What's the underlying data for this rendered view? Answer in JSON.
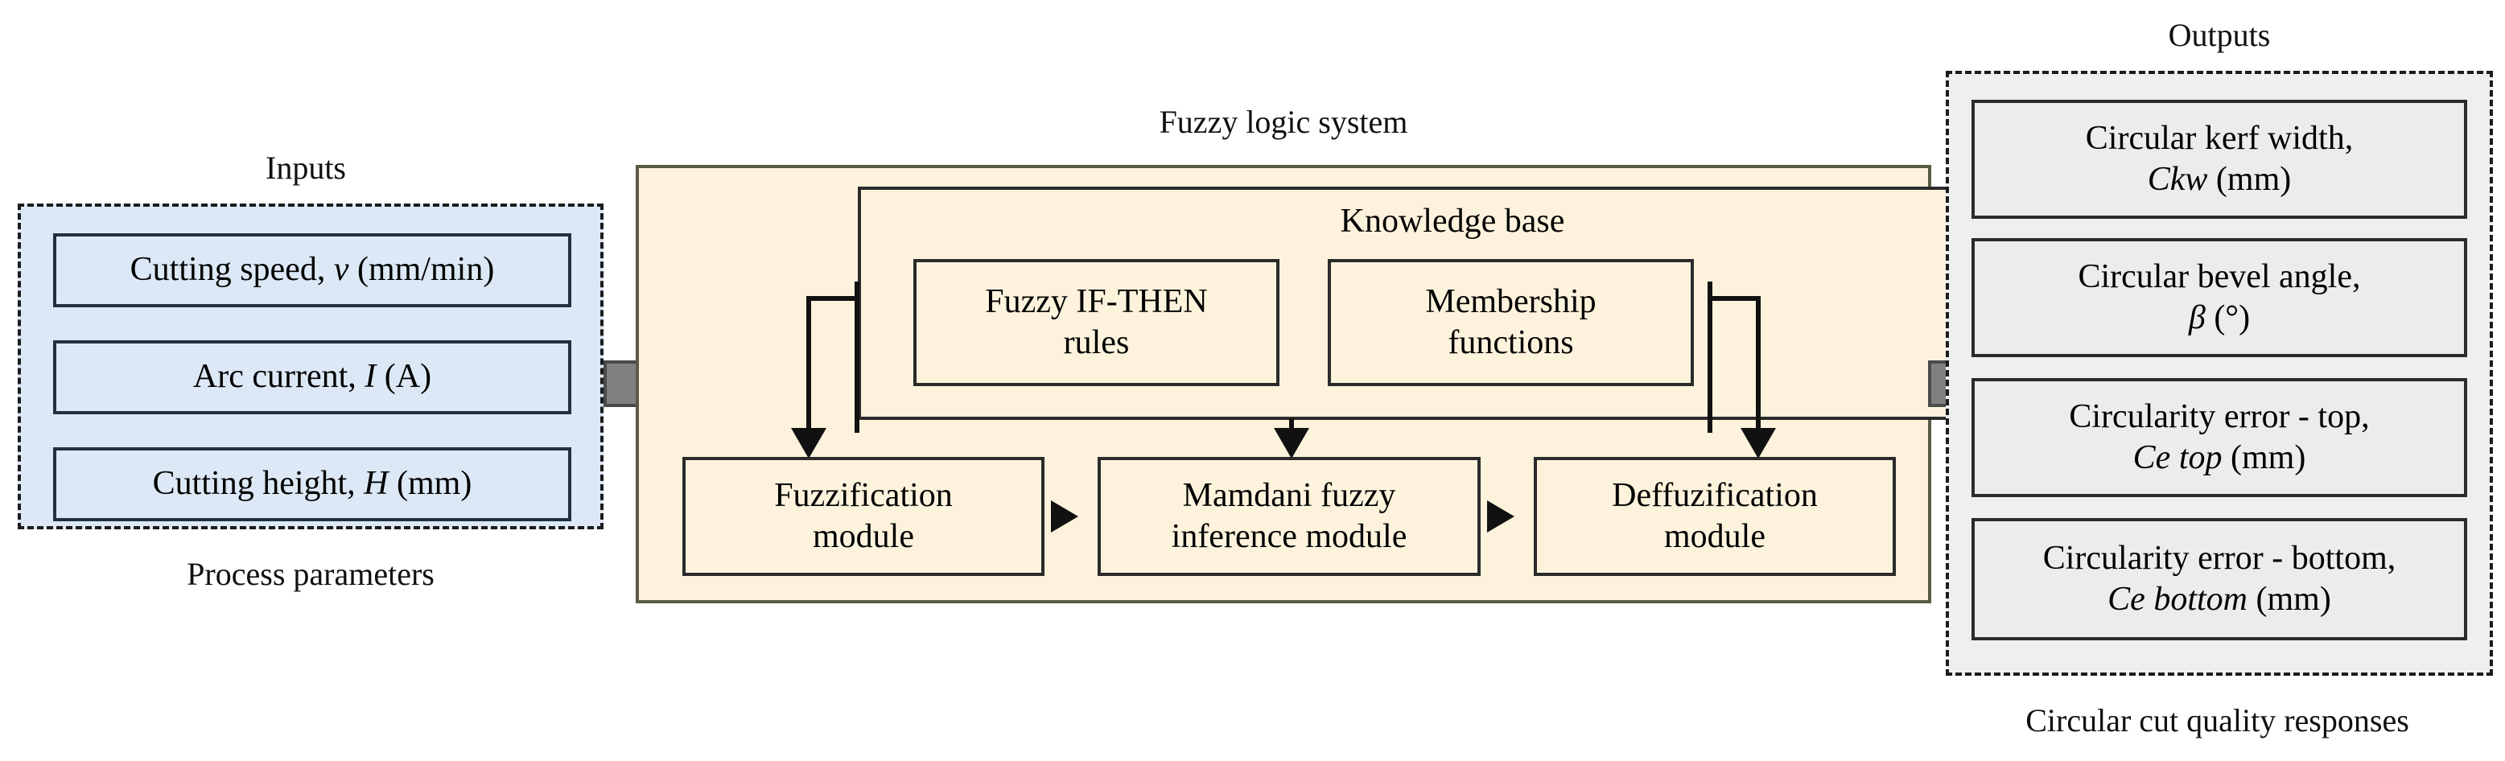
{
  "diagram": {
    "title_inputs": "Inputs",
    "title_fuzzy": "Fuzzy logic system",
    "title_outputs": "Outputs",
    "caption_inputs": "Process parameters",
    "caption_outputs": "Circular cut quality responses"
  },
  "inputs": {
    "items": [
      {
        "label_main": "Cutting speed, ",
        "symbol": "v",
        "label_unit": " (mm/min)"
      },
      {
        "label_main": "Arc current, ",
        "symbol": "I",
        "label_unit": " (A)"
      },
      {
        "label_main": "Cutting height, ",
        "symbol": "H",
        "label_unit": " (mm)"
      }
    ]
  },
  "fuzzy_system": {
    "knowledge_base": {
      "title": "Knowledge base",
      "boxes": [
        {
          "line1": "Fuzzy IF-THEN",
          "line2": "rules"
        },
        {
          "line1": "Membership",
          "line2": "functions"
        }
      ]
    },
    "modules": [
      {
        "line1": "Fuzzification",
        "line2": "module"
      },
      {
        "line1": "Mamdani fuzzy",
        "line2": "inference module"
      },
      {
        "line1": "Deffuzification",
        "line2": "module"
      }
    ]
  },
  "outputs": {
    "items": [
      {
        "line1": "Circular kerf width,",
        "symbol": "Ckw",
        "unit": " (mm)"
      },
      {
        "line1": "Circular bevel angle,",
        "symbol": "β",
        "unit": " (°)"
      },
      {
        "line1": "Circularity error - top,",
        "symbol": "Ce top",
        "unit": " (mm)"
      },
      {
        "line1": "Circularity error - bottom,",
        "symbol": "Ce bottom",
        "unit": " (mm)"
      }
    ]
  },
  "colors": {
    "input_fill": "#dce8f5",
    "fuzzy_fill": "#fdf3dc",
    "output_fill": "#ececec",
    "arrow_grey": "#808080",
    "stroke": "#2b2b2b"
  }
}
